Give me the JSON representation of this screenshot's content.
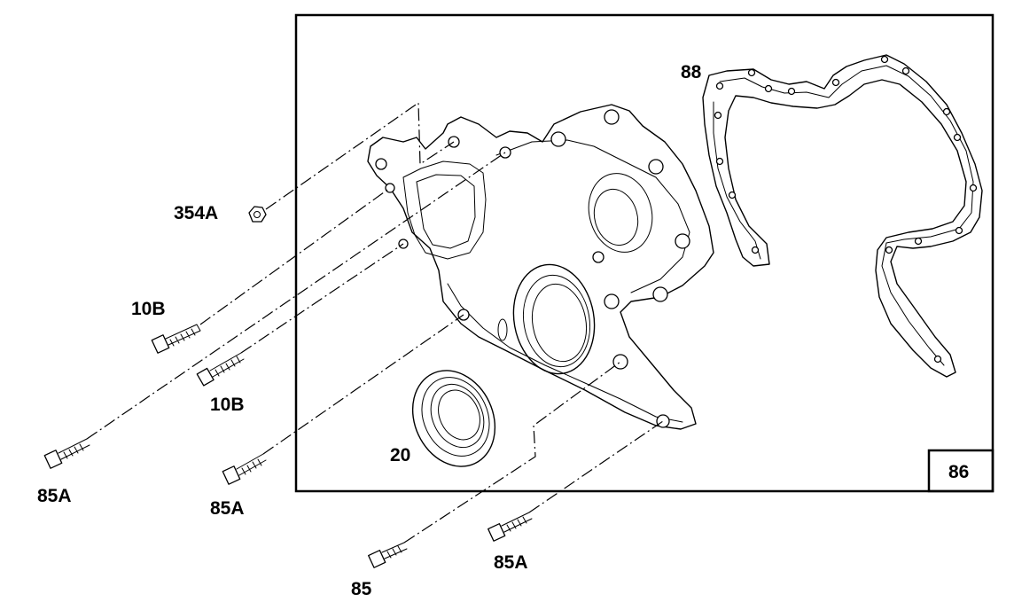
{
  "callouts": {
    "nut_354A": "354A",
    "bolt_10B_upper": "10B",
    "bolt_10B_lower": "10B",
    "bolt_85A_left": "85A",
    "bolt_85A_middle": "85A",
    "bolt_85": "85",
    "bolt_85A_right": "85A",
    "seal_20": "20",
    "gasket_88": "88",
    "box_86": "86"
  }
}
